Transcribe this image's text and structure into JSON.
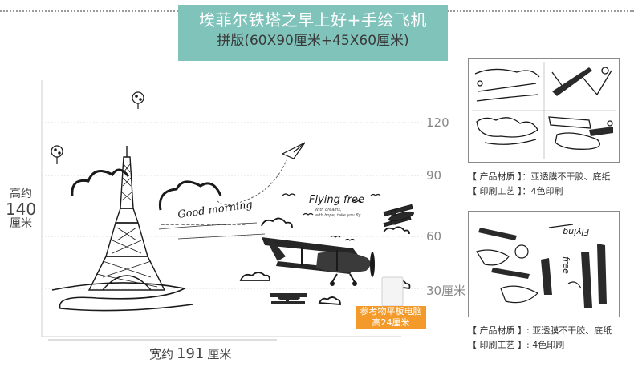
{
  "header": {
    "title_line1": "埃菲尔铁塔之早上好+手绘飞机",
    "title_line2": "拼版(60X90厘米+45X60厘米)"
  },
  "dimensions": {
    "height_prefix": "高约",
    "height_value": "140",
    "height_unit": "厘米",
    "width_prefix": "宽约",
    "width_value": "191",
    "width_unit": "厘米"
  },
  "scale_marks": [
    "120",
    "90",
    "60",
    "30厘米"
  ],
  "art_text": {
    "flying_free": "Flying free",
    "flying_sub1": "With dreams,",
    "flying_sub2": "with hope, take you fly.",
    "good_morning": "Good morning"
  },
  "reference": {
    "line1": "参考物平板电脑",
    "line2": "高24厘米"
  },
  "specs": [
    {
      "material": "【 产品材质 】：亚透膜不干胶、底纸",
      "process": "【 印刷工艺 】：4色印刷"
    },
    {
      "material": "【 产品材质 】: 亚透膜不干胶、底纸",
      "process": "【 印刷工艺 】: 4色印刷"
    }
  ],
  "thumb2_text": {
    "a": "Flying",
    "b": "free"
  },
  "colors": {
    "title_bg": "#7fc3bb",
    "reference_bg": "#f39a2a",
    "ink": "#1a1a1a"
  }
}
